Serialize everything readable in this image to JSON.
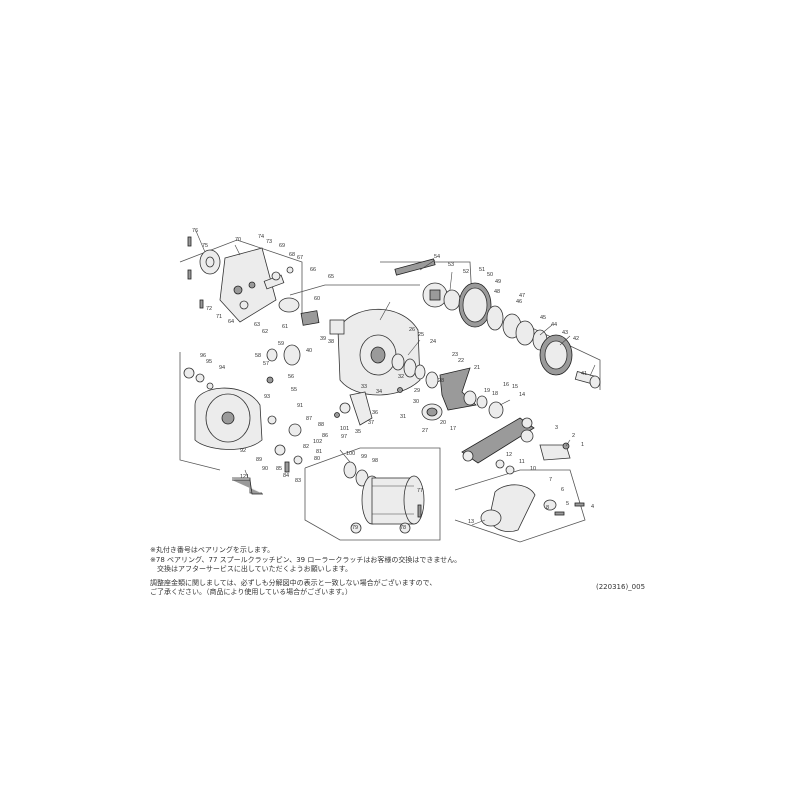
{
  "notes": {
    "line1": "※丸付き番号はベアリングを示します。",
    "line2": "※78 ベアリング、77 スプールクラッチピン、39 ローラークラッチはお客様の交換はできません。",
    "line3": "　交換はアフターサービスに出していただくようお願いします。",
    "line4": "調整座金類に関しましては、必ずしも分解図中の表示と一致しない場合がございますので、",
    "line5": "ご了承ください。（商品により使用している場合がございます。）"
  },
  "diagram_code": "(220316)_005",
  "callouts": [
    "1",
    "2",
    "3",
    "4",
    "5",
    "6",
    "7",
    "8",
    "10",
    "11",
    "12",
    "13",
    "14",
    "15",
    "16",
    "17",
    "18",
    "19",
    "20",
    "21",
    "22",
    "23",
    "24",
    "25",
    "26",
    "27",
    "28",
    "29",
    "30",
    "31",
    "32",
    "33",
    "34",
    "35",
    "36",
    "37",
    "38",
    "39",
    "40",
    "41",
    "42",
    "43",
    "44",
    "45",
    "46",
    "47",
    "48",
    "49",
    "50",
    "51",
    "52",
    "53",
    "54",
    "55",
    "56",
    "57",
    "58",
    "59",
    "60",
    "61",
    "62",
    "63",
    "64",
    "65",
    "66",
    "67",
    "68",
    "69",
    "70",
    "71",
    "72",
    "73",
    "74",
    "75",
    "76",
    "77",
    "78",
    "79",
    "80",
    "81",
    "82",
    "83",
    "84",
    "85",
    "86",
    "87",
    "88",
    "89",
    "90",
    "91",
    "92",
    "93",
    "94",
    "95",
    "96",
    "97",
    "98",
    "99",
    "100",
    "101",
    "102",
    "121"
  ]
}
